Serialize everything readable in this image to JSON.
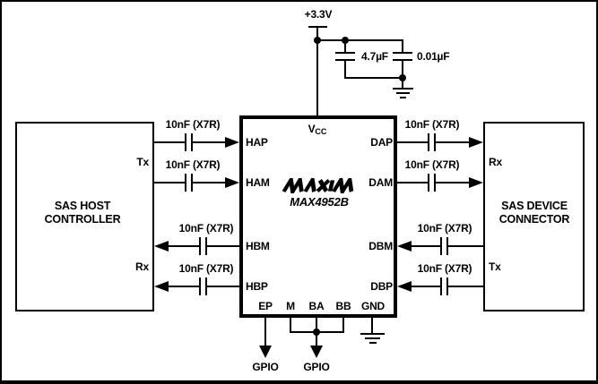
{
  "power": {
    "rail_label": "+3.3V",
    "bulk_cap_label": "4.7µF",
    "bypass_cap_label": "0.01µF"
  },
  "ic": {
    "brand": "MAXIM",
    "part_number": "MAX4952B",
    "vcc_pin": {
      "base": "V",
      "subscript": "CC"
    },
    "left_pins": [
      "HAP",
      "HAM",
      "HBM",
      "HBP"
    ],
    "right_pins": [
      "DAP",
      "DAM",
      "DBM",
      "DBP"
    ],
    "bottom_pins": [
      "EP",
      "M",
      "BA",
      "BB",
      "GND"
    ]
  },
  "host_block": {
    "title": "SAS HOST\nCONTROLLER",
    "tx_label": "Tx",
    "rx_label": "Rx"
  },
  "device_block": {
    "title": "SAS DEVICE\nCONNECTOR",
    "rx_label": "Rx",
    "tx_label": "Tx"
  },
  "coupling_cap_label": "10nF (X7R)",
  "gpio": {
    "ep": "GPIO",
    "mode": "GPIO"
  },
  "colors": {
    "ink": "#000000",
    "background": "#ffffff"
  }
}
